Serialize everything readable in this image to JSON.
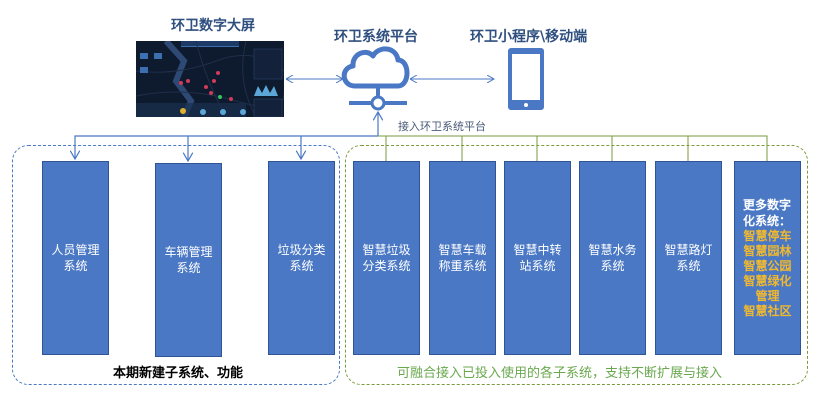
{
  "top": {
    "dashboard_title": "环卫数字大屏",
    "platform_title": "环卫系统平台",
    "mobile_title": "环卫小程序\\移动端",
    "connect_label": "接入环卫系统平台"
  },
  "left_group": {
    "label": "本期新建子系统、功能",
    "systems": [
      {
        "line1": "人员管理",
        "line2": "系统"
      },
      {
        "line1": "车辆管理",
        "line2": "系统"
      },
      {
        "line1": "垃圾分类",
        "line2": "系统"
      }
    ]
  },
  "right_group": {
    "label": "可融合接入已投入使用的各子系统，支持不断扩展与接入",
    "systems": [
      {
        "line1": "智慧垃圾",
        "line2": "分类系统"
      },
      {
        "line1": "智慧车载",
        "line2": "称重系统"
      },
      {
        "line1": "智慧中转",
        "line2": "站系统"
      },
      {
        "line1": "智慧水务",
        "line2": "系统"
      },
      {
        "line1": "智慧路灯",
        "line2": "系统"
      }
    ],
    "more": {
      "header1": "更多数字",
      "header2": "化系统：",
      "items": [
        "智慧停车",
        "智慧园林",
        "智慧公园",
        "智慧绿化",
        "管理",
        "智慧社区"
      ]
    }
  },
  "colors": {
    "box_fill": "#4a78c4",
    "blue_line": "#4a78c4",
    "green_line": "#7a9a3e",
    "highlight": "#f0b830",
    "group_left_label": "#000000",
    "group_right_label": "#6aa84f"
  }
}
